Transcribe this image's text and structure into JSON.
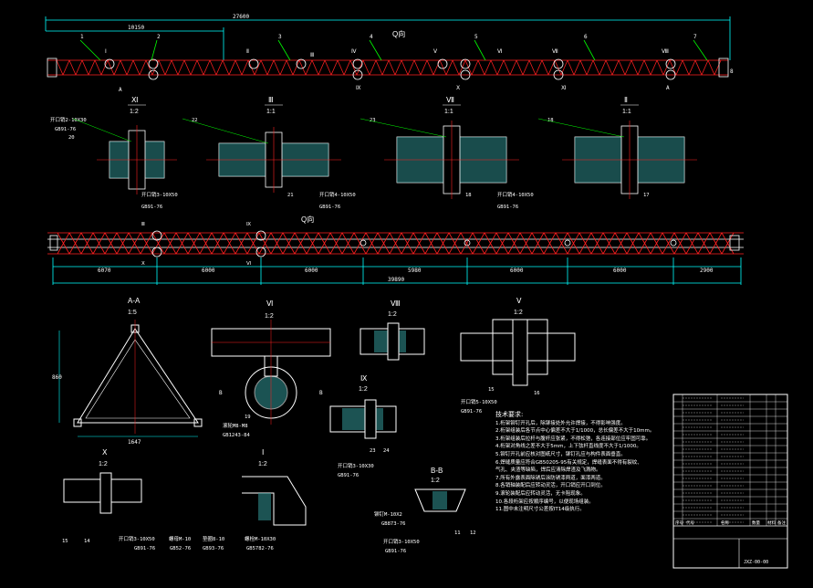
{
  "drawing": {
    "top_view": {
      "overall_dim": "27600",
      "section_dim": "10150",
      "view_title": "Q向",
      "markers": [
        "1",
        "2",
        "3",
        "4",
        "5",
        "6",
        "7",
        "8",
        "Ⅰ",
        "Ⅱ",
        "Ⅲ",
        "Ⅳ",
        "Ⅴ",
        "Ⅵ",
        "Ⅶ",
        "Ⅷ",
        "Ⅸ",
        "Ⅹ",
        "Ⅺ",
        "A"
      ]
    },
    "details_row1": [
      {
        "id": "Ⅺ",
        "scale": "1:2",
        "callouts": [
          "开口销2-10X30",
          "GB91-76",
          "20"
        ]
      },
      {
        "id": "Ⅲ",
        "scale": "1:1",
        "callouts": [
          "22",
          "开口销3-10X50",
          "GB91-76",
          "21"
        ]
      },
      {
        "id": "Ⅶ",
        "scale": "1:1",
        "callouts": [
          "23",
          "开口销4-10X50",
          "GB91-76",
          "18"
        ]
      },
      {
        "id": "Ⅱ",
        "scale": "1:1",
        "callouts": [
          "18",
          "开口销4-10X50",
          "GB91-76",
          "17"
        ]
      }
    ],
    "q_view": {
      "view_title": "Q向",
      "segment_dims": [
        "6070",
        "6000",
        "6000",
        "5980",
        "6000",
        "6000",
        "2900"
      ],
      "overall_dim": "39890",
      "markers": [
        "Ⅲ",
        "Ⅸ",
        "Ⅹ",
        "Ⅵ"
      ]
    },
    "details_row2": [
      {
        "id": "A-A",
        "scale": "1:5",
        "dims": [
          "860",
          "1647"
        ]
      },
      {
        "id": "Ⅵ",
        "scale": "1:2",
        "callouts": [
          "19",
          "滚轮M8-M8",
          "GB1243-84",
          "B",
          "B"
        ]
      },
      {
        "id": "Ⅷ",
        "scale": "1:2",
        "callouts": []
      },
      {
        "id": "Ⅴ",
        "scale": "1:2",
        "callouts": [
          "开口销5-10X50",
          "GB91-76",
          "16",
          "15"
        ]
      },
      {
        "id": "Ⅸ",
        "scale": "1:2",
        "callouts": [
          "开口销3-10X30",
          "GB91-76",
          "24",
          "23"
        ]
      },
      {
        "id": "Ⅹ",
        "scale": "1:2",
        "callouts": [
          "开口销3-10X50",
          "GB91-76",
          "螺母M-10",
          "GB52-76",
          "垫圈8-10",
          "GB93-76",
          "15",
          "14"
        ]
      },
      {
        "id": "Ⅰ",
        "scale": "1:2",
        "callouts": [
          "螺栓M-10X30",
          "GB5782-76",
          "螺母M-10",
          "GB52-76",
          "垫圈1-8",
          "GB93-76"
        ]
      },
      {
        "id": "B-B",
        "scale": "1:2",
        "callouts": [
          "铆钉M-10X2",
          "GB873-76",
          "开口销3-10X50",
          "GB91-76",
          "11",
          "12"
        ]
      }
    ],
    "notes": {
      "header": "技术要求:",
      "lines": [
        "1.桁架铆钉开孔后，除铆接处外允许焊接，不得影响强度。",
        "2.桁架组装后各节点中心偏差不大于1/1000，总长偏差不大于10mm。",
        "3.桁架组装后拉杆与腹杆应张紧，不得松弛，各连接部位应牢固可靠。",
        "4.桁架对角线之差不大于5mm，上下弦杆直线度不大于1/1000。",
        "5.铆钉开孔前应核对图纸尺寸，铆钉孔应与构件表面垂直。",
        "6.焊缝质量应符合GB50205-95有关规定，焊缝表面不得有裂纹、",
        "气孔、夹渣等缺陷，焊后应清除焊渣及飞溅物。",
        "7.所有外露表面除锈后涂防锈漆两道，面漆两道。",
        "8.各销轴装配后应转动灵活，开口销应开口到位。",
        "9.滚轮装配后应转动灵活，无卡阻现象。",
        "10.各段桁架应按顺序编号，以便现场组装。",
        "11.图中未注明尺寸公差按IT14级执行。"
      ]
    },
    "title_block": {
      "rows": 18,
      "labels": [
        "序号",
        "代号",
        "名称",
        "数量",
        "材料",
        "备注"
      ],
      "drawing_no": "JXZ-00-00"
    }
  },
  "colors": {
    "background": "#000000",
    "line": "#ffffff",
    "red": "#ff2020",
    "cyan": "#00ffff",
    "green": "#00ff00",
    "yellow": "#ffff00",
    "blue": "#4040ff"
  }
}
